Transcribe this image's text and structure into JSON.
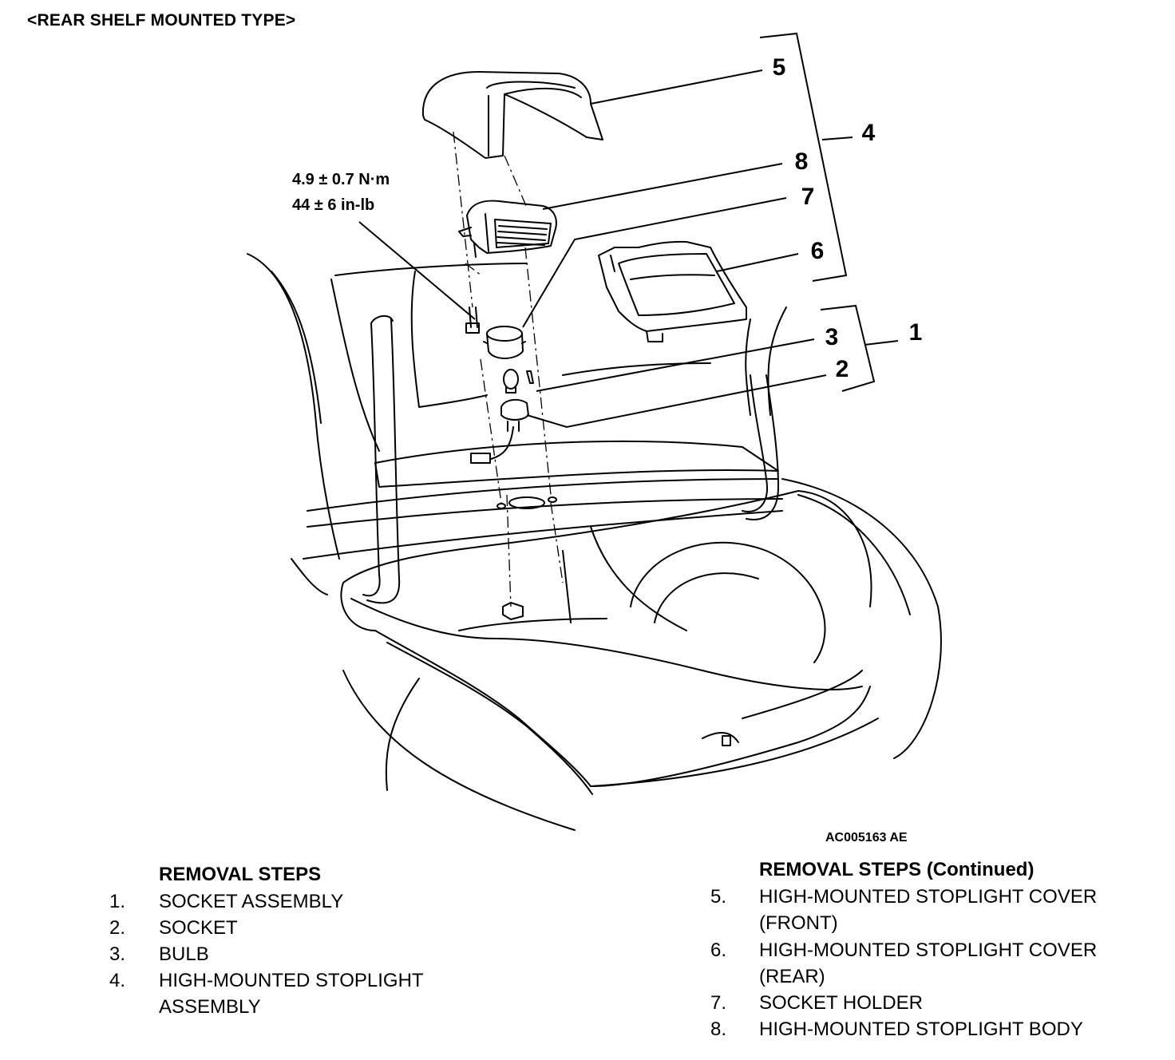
{
  "header": "<REAR SHELF MOUNTED TYPE>",
  "figure_id": "AC005163 AE",
  "torque": {
    "metric": "4.9 ± 0.7 N·m",
    "imperial": "44 ± 6 in-lb"
  },
  "callouts": [
    "1",
    "2",
    "3",
    "4",
    "5",
    "6",
    "7",
    "8"
  ],
  "removal_left": {
    "title": "REMOVAL STEPS",
    "steps": [
      {
        "num": "1.",
        "lines": [
          "SOCKET ASSEMBLY"
        ]
      },
      {
        "num": "2.",
        "lines": [
          "SOCKET"
        ]
      },
      {
        "num": "3.",
        "lines": [
          "BULB"
        ]
      },
      {
        "num": "4.",
        "lines": [
          "HIGH-MOUNTED STOPLIGHT",
          "ASSEMBLY"
        ]
      }
    ]
  },
  "removal_right": {
    "title": "REMOVAL STEPS (Continued)",
    "steps": [
      {
        "num": "5.",
        "lines": [
          "HIGH-MOUNTED STOPLIGHT COVER",
          "(FRONT)"
        ]
      },
      {
        "num": "6.",
        "lines": [
          "HIGH-MOUNTED STOPLIGHT COVER",
          "(REAR)"
        ]
      },
      {
        "num": "7.",
        "lines": [
          "SOCKET HOLDER"
        ]
      },
      {
        "num": "8.",
        "lines": [
          "HIGH-MOUNTED STOPLIGHT BODY"
        ]
      }
    ]
  }
}
